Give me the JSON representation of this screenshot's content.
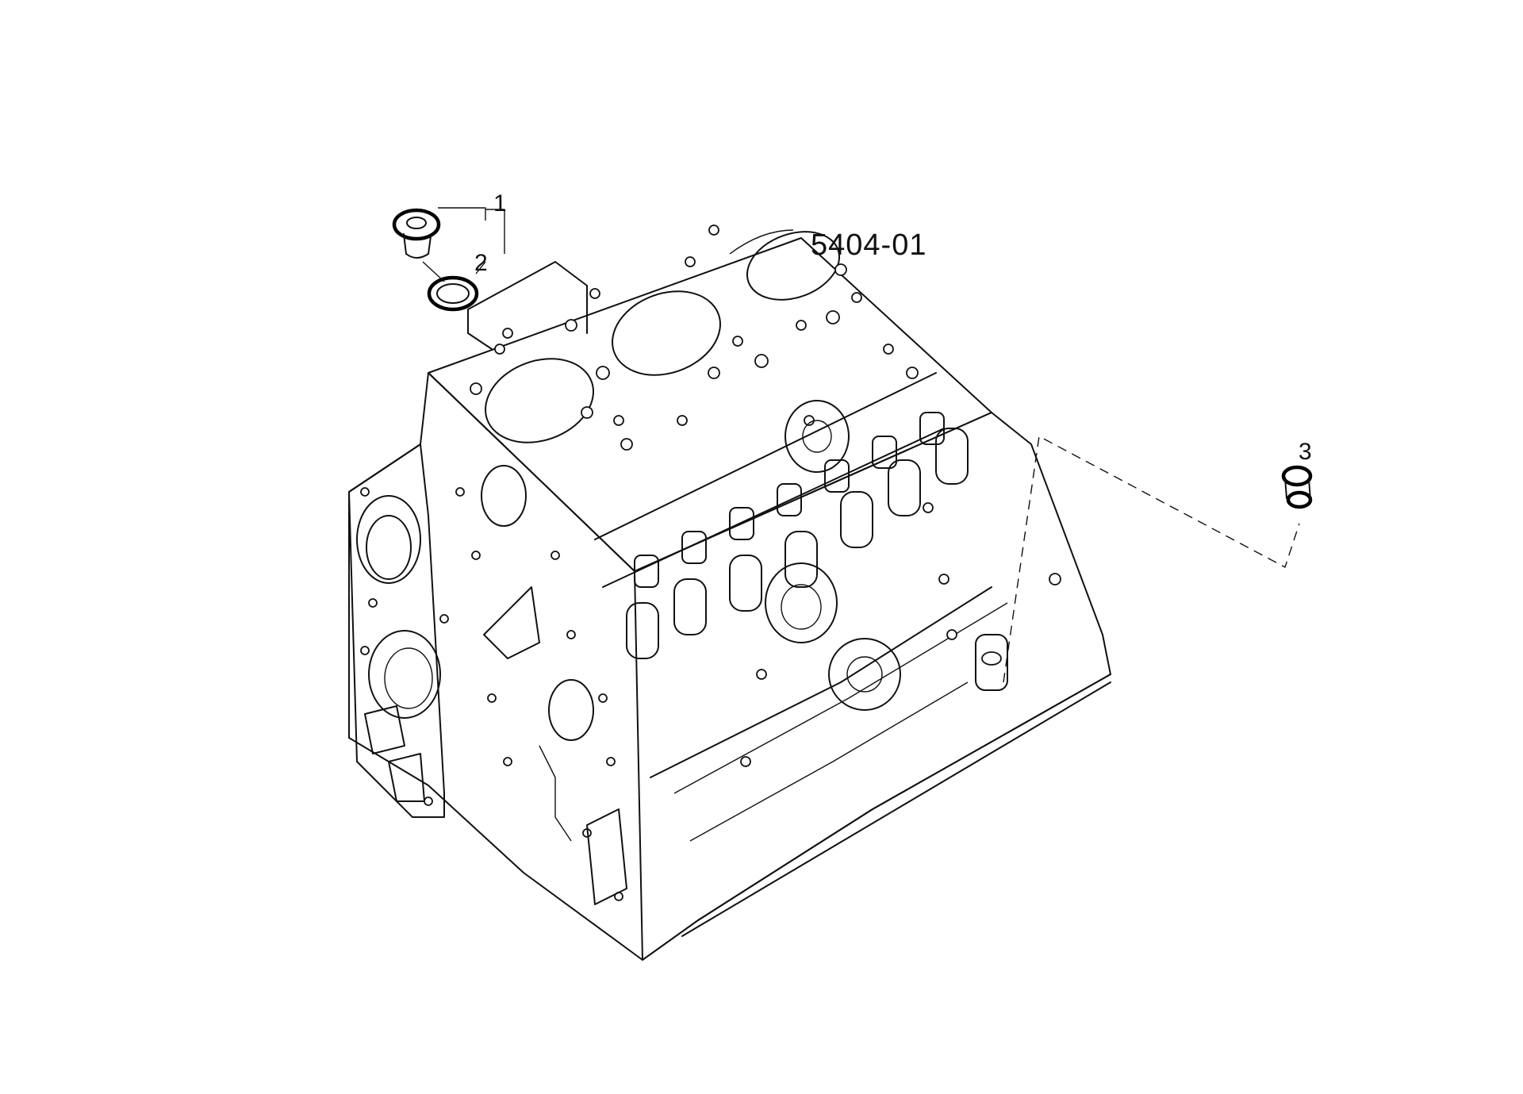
{
  "diagram": {
    "figure_code": "5404-01",
    "callouts": [
      {
        "id": "1",
        "label": "1"
      },
      {
        "id": "2",
        "label": "2"
      },
      {
        "id": "3",
        "label": "3"
      }
    ],
    "colors": {
      "line": "#111111",
      "background": "#ffffff"
    }
  }
}
